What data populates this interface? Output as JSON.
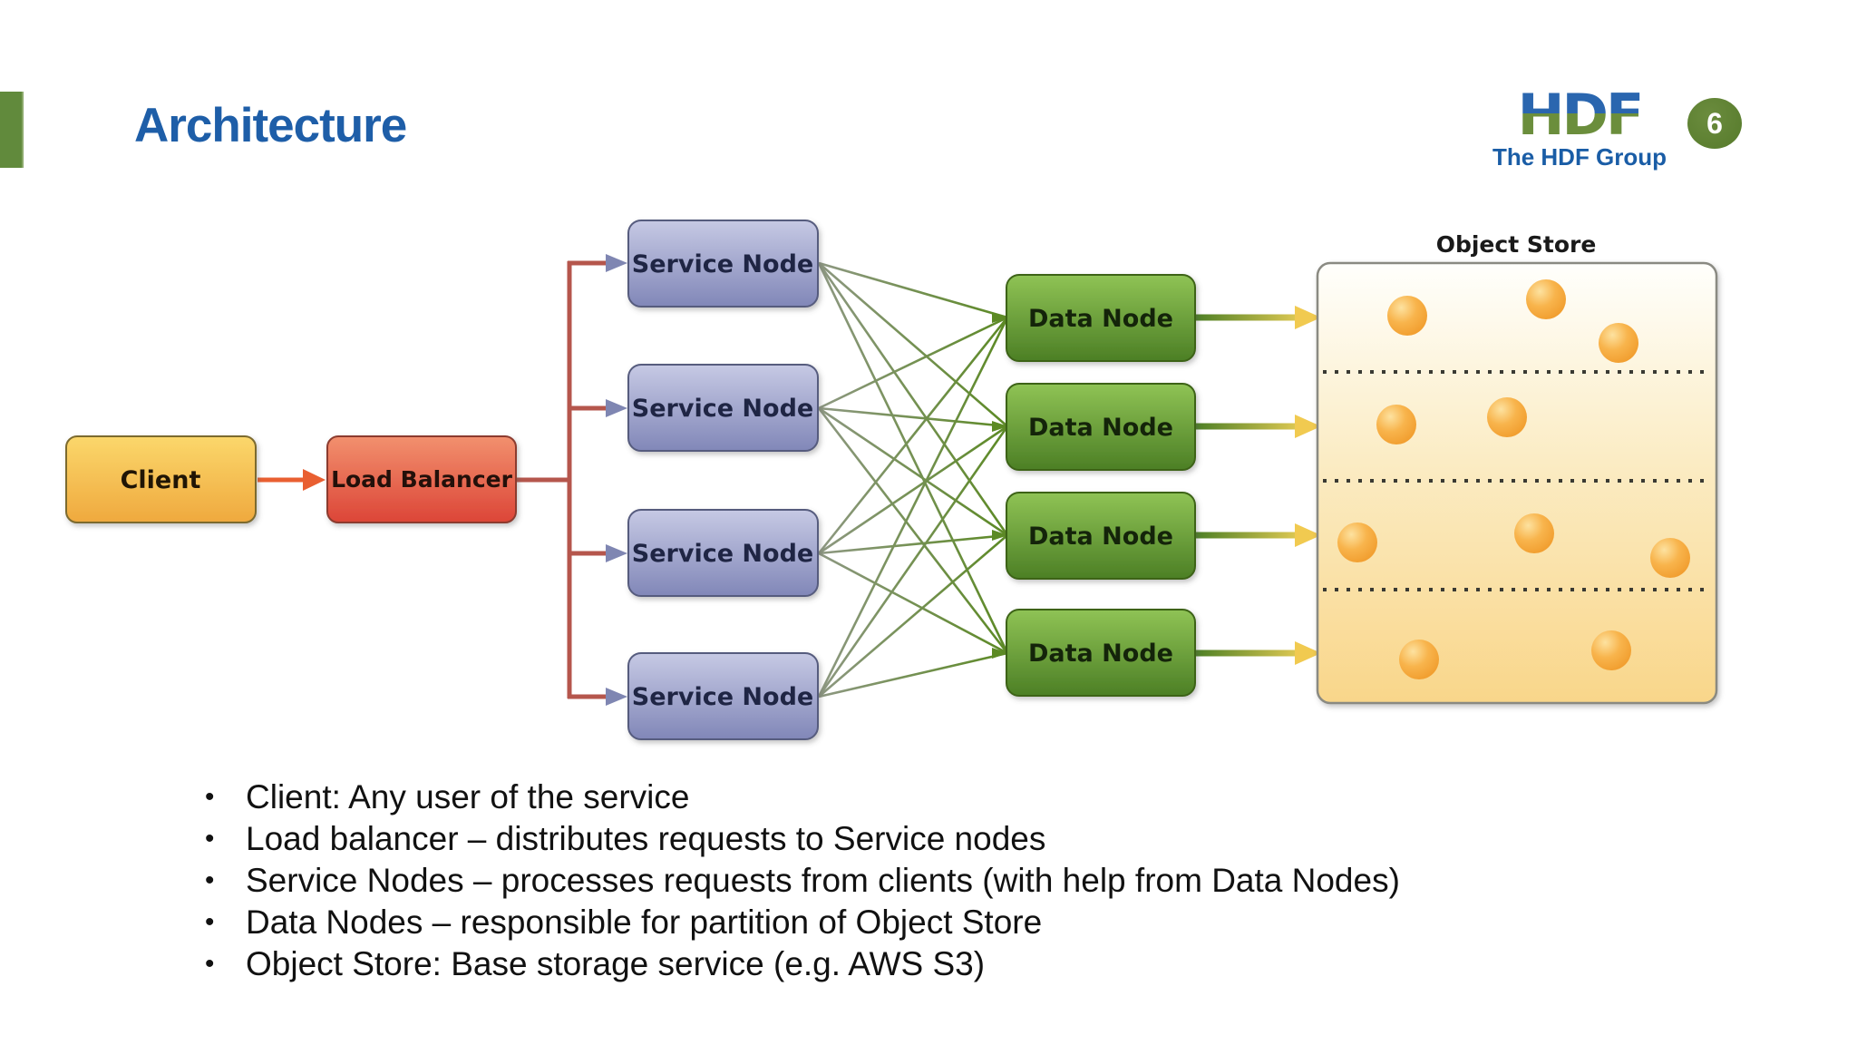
{
  "slide": {
    "title": "Architecture",
    "page_number": "6",
    "logo": {
      "brand": "HDF",
      "caption": "The HDF Group"
    }
  },
  "diagram": {
    "client_label": "Client",
    "load_balancer_label": "Load Balancer",
    "service_node_labels": [
      "Service Node",
      "Service Node",
      "Service Node",
      "Service Node"
    ],
    "data_node_labels": [
      "Data Node",
      "Data Node",
      "Data Node",
      "Data Node"
    ],
    "object_store_label": "Object Store",
    "object_store_partitions": 4,
    "object_sphere_count": 10,
    "colors": {
      "title_blue": "#1e5ea8",
      "accent_bar_green": "#618a3c",
      "badge_green": "#567a2b",
      "client_box_top": "#fbd76b",
      "client_box_bottom": "#efa93e",
      "load_balancer_box_top": "#f2906e",
      "load_balancer_box_bottom": "#dc4537",
      "service_node_box_top": "#c6c9e4",
      "service_node_box_bottom": "#8187b8",
      "data_node_box_top": "#8fc355",
      "data_node_box_bottom": "#4c7f25",
      "object_store_top": "#ffffff",
      "object_store_bottom": "#f9d68a",
      "sphere_orange": "#f5a93c",
      "connector_red": "#b5564c",
      "client_arrow_orange": "#e95f31",
      "mesh_green": "#5c8a24",
      "arrowhead_slate": "#7f86b2",
      "os_arrow_yellow": "#f1ca50"
    }
  },
  "bullets": {
    "items": [
      "Client: Any user of the service",
      "Load balancer – distributes requests to Service nodes",
      "Service Nodes – processes requests from clients (with help from Data Nodes)",
      "Data Nodes – responsible for partition of Object Store",
      "Object Store: Base storage service (e.g. AWS S3)"
    ]
  }
}
